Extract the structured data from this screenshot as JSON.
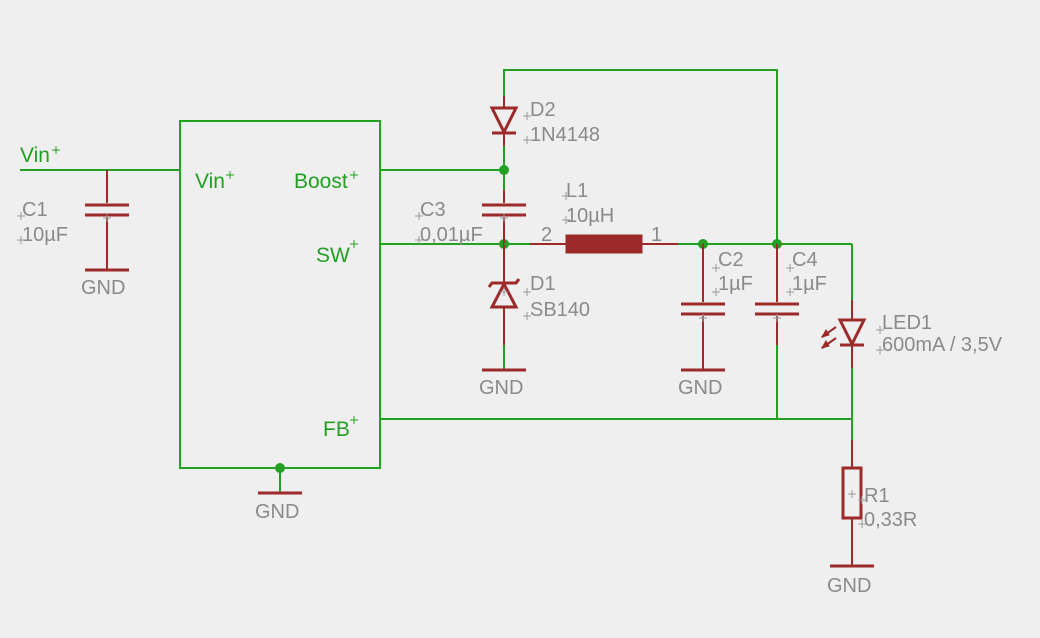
{
  "net_labels": {
    "vin": "Vin"
  },
  "ic": {
    "pins": {
      "vin": "Vin",
      "boost": "Boost",
      "sw": "SW",
      "fb": "FB"
    }
  },
  "components": {
    "c1": {
      "name": "C1",
      "value": "10µF"
    },
    "c2": {
      "name": "C2",
      "value": "1µF"
    },
    "c3": {
      "name": "C3",
      "value": "0,01µF"
    },
    "c4": {
      "name": "C4",
      "value": "1µF"
    },
    "d1": {
      "name": "D1",
      "value": "SB140"
    },
    "d2": {
      "name": "D2",
      "value": "1N4148"
    },
    "l1": {
      "name": "L1",
      "value": "10µH",
      "pin_a": "2",
      "pin_b": "1"
    },
    "led1": {
      "name": "LED1",
      "value": "600mA / 3,5V"
    },
    "r1": {
      "name": "R1",
      "value": "0,33R"
    }
  },
  "ground": {
    "label": "GND"
  },
  "colors": {
    "background": "#efefef",
    "wire": "#22a022",
    "component": "#9c2a2a",
    "label": "#8a8a8a"
  }
}
